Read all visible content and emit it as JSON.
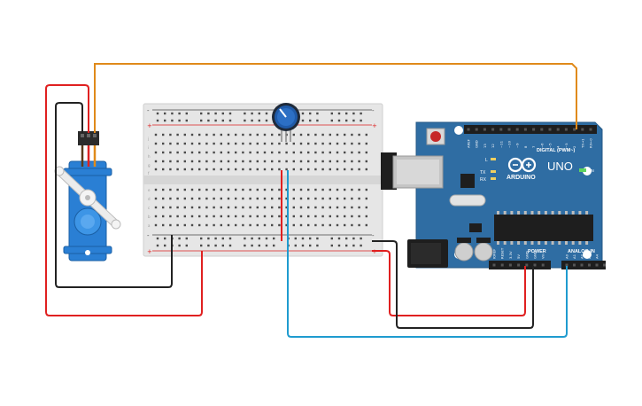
{
  "arduino": {
    "logo_text": "ARDUINO",
    "model": "UNO",
    "on_label": "ON",
    "digital_label": "DIGITAL (PWM~)",
    "power_label": "POWER",
    "analog_label": "ANALOG IN",
    "tx_label": "TX",
    "rx_label": "RX",
    "l_label": "L",
    "digital_pins": [
      "AREF",
      "GND",
      "13",
      "12",
      "~11",
      "~10",
      "~9",
      "8",
      "7",
      "~6",
      "~5",
      "4",
      "~3",
      "2",
      "TX→1",
      "RX←0"
    ],
    "power_pins": [
      "IOREF",
      "RESET",
      "3.3V",
      "5V",
      "GND",
      "GND",
      "Vin"
    ],
    "analog_pins": [
      "A0",
      "A1",
      "A2",
      "A3",
      "A4",
      "A5"
    ]
  },
  "breadboard": {
    "rows_top": [
      "j",
      "i",
      "h",
      "g",
      "f"
    ],
    "rows_bottom": [
      "e",
      "d",
      "c",
      "b",
      "a"
    ],
    "rail_minus": "-",
    "rail_plus": "+",
    "column_count": 30
  },
  "wires": {
    "signal_color": "#e08a1a",
    "power_color": "#e02020",
    "ground_color": "#222222",
    "analog_color": "#1f9bcf"
  },
  "colors": {
    "arduino_board": "#2f6da3",
    "breadboard": "#e8e8e8",
    "servo": "#2a7fd4",
    "knob": "#1f5aa8"
  }
}
